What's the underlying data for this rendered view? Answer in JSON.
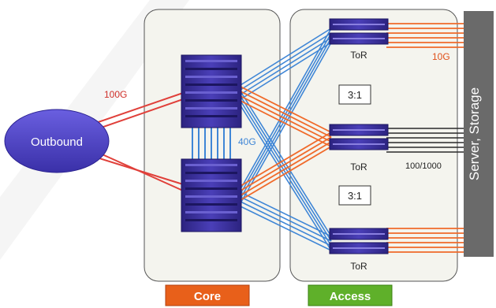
{
  "diagram": {
    "outbound_label": "Outbound",
    "link_100g": "100G",
    "link_40g": "40G",
    "link_10g": "10G",
    "link_100_1000": "100/1000",
    "tor_label": "ToR",
    "ratio_label": "3:1",
    "server_storage_label": "Server, Storage",
    "core_label": "Core",
    "access_label": "Access"
  },
  "colors": {
    "red_link": "#e0403a",
    "blue_link": "#3f86d6",
    "orange_link": "#f06a2a",
    "gray_link": "#2a2a2a",
    "switch": "#3b2f9e",
    "outbound_fill": "#4a3fc0",
    "server_bar": "#6a6a6a",
    "core_tag": "#e8601a",
    "access_tag": "#5fb02a",
    "panel_fill": "#f4f4ee",
    "panel_stroke": "#555555"
  }
}
